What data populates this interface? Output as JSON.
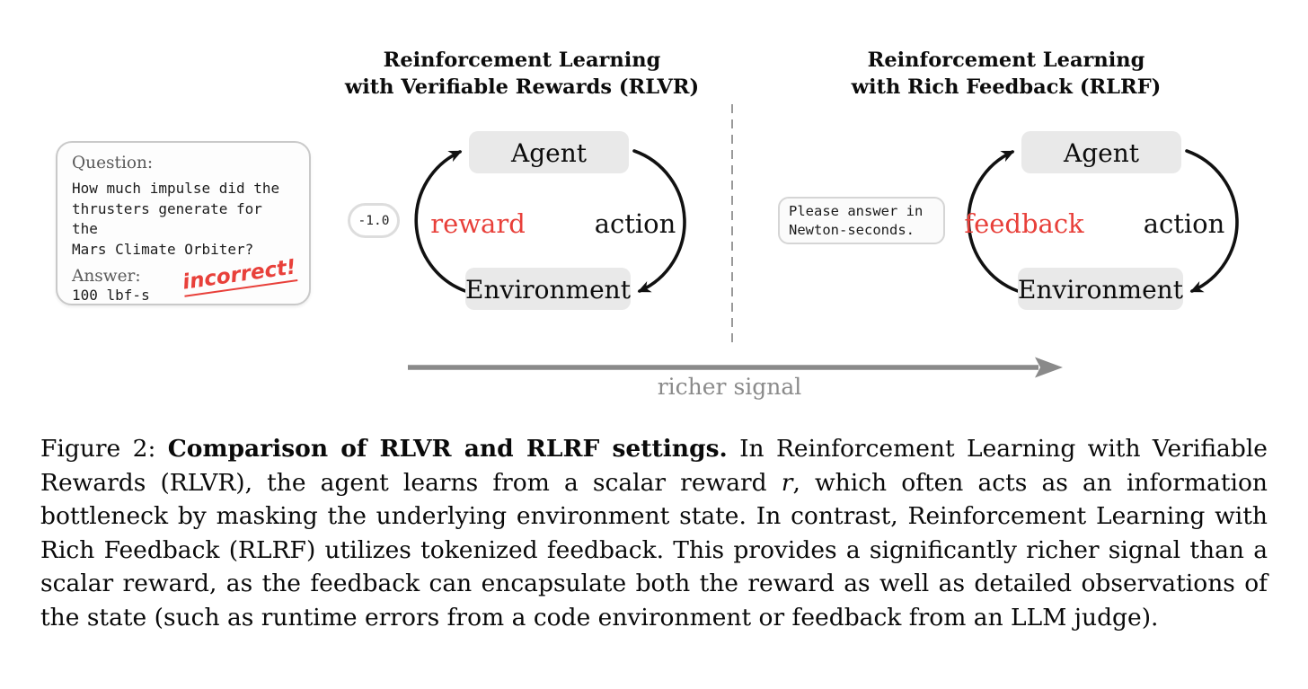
{
  "figure": {
    "rlvr": {
      "title_line1": "Reinforcement Learning",
      "title_line2": "with Verifiable Rewards (RLVR)",
      "agent_label": "Agent",
      "environment_label": "Environment",
      "left_edge_label": "reward",
      "right_edge_label": "action",
      "reward_value": "-1.0",
      "question_card": {
        "question_heading": "Question:",
        "question_line1": "How much impulse did the",
        "question_line2": "thrusters generate for the",
        "question_line3": "Mars Climate Orbiter?",
        "answer_heading": "Answer:",
        "answer_value": "100 lbf-s",
        "verdict": "incorrect!"
      }
    },
    "rlrf": {
      "title_line1": "Reinforcement Learning",
      "title_line2": "with Rich Feedback (RLRF)",
      "agent_label": "Agent",
      "environment_label": "Environment",
      "left_edge_label": "feedback",
      "right_edge_label": "action",
      "feedback_card_line1": "Please answer in",
      "feedback_card_line2": "Newton-seconds."
    },
    "axis_label": "richer signal"
  },
  "caption": {
    "prefix": "Figure 2:  ",
    "bold": "Comparison of RLVR and RLRF settings.",
    "body_1": "  In Reinforcement Learning with Verifiable Rewards (RLVR), the agent learns from a scalar reward ",
    "italic_r": "r",
    "body_2": ", which often acts as an information bottleneck by masking the underlying environment state. In contrast, Reinforcement Learning with Rich Feedback (RLRF) utilizes tokenized feedback. This provides a significantly richer signal than a scalar reward, as the feedback can encapsulate both the reward as well as detailed observations of the state (such as runtime errors from a code environment or feedback from an LLM judge)."
  },
  "colors": {
    "accent_red": "#e8403a",
    "box_gray": "#e9e9e9",
    "arrow_gray": "#8a8a8a",
    "divider_gray": "#999999"
  }
}
